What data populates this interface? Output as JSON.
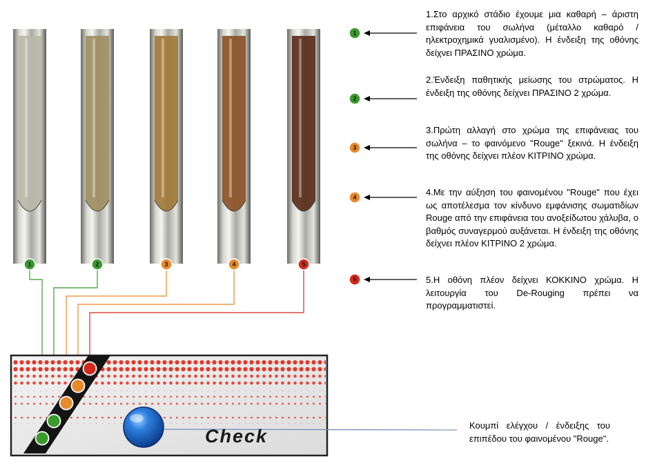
{
  "colors": {
    "green": "#3a9a2c",
    "orange": "#e8892c",
    "red": "#d42a1c"
  },
  "pipes": [
    {
      "id": "1",
      "color": "green",
      "tint": "#b9b9a9"
    },
    {
      "id": "2",
      "color": "green",
      "tint": "#9f8e62"
    },
    {
      "id": "3",
      "color": "orange",
      "tint": "#a17a3a"
    },
    {
      "id": "4",
      "color": "orange",
      "tint": "#8a5227"
    },
    {
      "id": "5",
      "color": "red",
      "tint": "#5a2d1a"
    }
  ],
  "stages": [
    {
      "id": "1",
      "color": "green",
      "text": "1.Στο αρχικό στάδιο έχουμε μια καθαρή – άριστη επιφάνεια του σωλήνα (μέταλλο καθαρό / ηλεκτροχημικά γυαλισμένο). Η ένδειξη της οθόνης δείχνει ΠΡΑΣΙΝΟ χρώμα."
    },
    {
      "id": "2",
      "color": "green",
      "text": "2.Ένδειξη παθητικής μείωσης του στρώματος. Η ένδειξη της οθόνης δείχνει ΠΡΑΣΙΝΟ 2 χρώμα."
    },
    {
      "id": "3",
      "color": "orange",
      "text": "3.Πρώτη αλλαγή στο χρώμα της επιφάνειας του σωλήνα – το φαινόμενο \"Rouge\" ξεκινά. Η ένδειξη της οθόνης δείχνει πλέον ΚΙΤΡΙΝΟ χρώμα."
    },
    {
      "id": "4",
      "color": "orange",
      "text": "4.Με την αύξηση του φαινομένου \"Rouge\" που έχει ως αποτέλεσμα τον κίνδυνο εμφάνισης σωματιδίων Rouge από την επιφάνεια του ανοξείδωτου χάλυβα, ο βαθμός συναγερμού αυξάνεται. Η ένδειξη της οθόνης δείχνει πλέον ΚΙΤΡΙΝΟ 2 χρώμα."
    },
    {
      "id": "5",
      "color": "red",
      "text": "5.Η οθόνη πλέον δείχνει ΚΟΚΚΙΝΟ χρώμα. Η λειτουργία του De-Rouging πρέπει να προγραμματιστεί."
    }
  ],
  "panel": {
    "check_label": "Check"
  },
  "button_caption": "Κουμπί ελέγχου / ένδειξης του επιπέδου του φαινομένου \"Rouge\"."
}
